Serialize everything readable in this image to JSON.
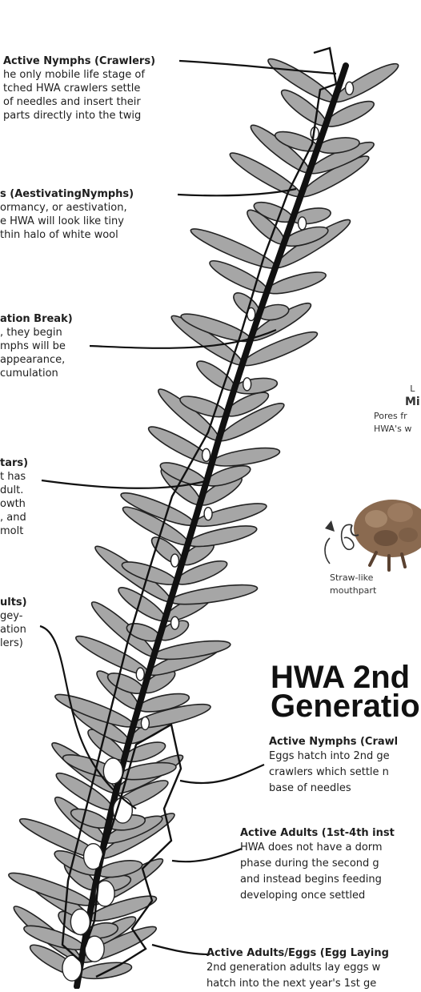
{
  "first_generation": {
    "stages": [
      {
        "title": "Active Nymphs (Crawlers)",
        "lines": [
          "he only mobile life stage of",
          "tched HWA crawlers settle",
          "of needles and insert their",
          "parts directly into the twig"
        ]
      },
      {
        "title": "s (AestivatingNymphs)",
        "lines": [
          "ormancy, or aestivation,",
          "e HWA will look like tiny",
          "thin halo of white wool"
        ]
      },
      {
        "title": "ation Break)",
        "lines": [
          ", they begin",
          "mphs will be",
          "appearance,",
          "cumulation"
        ]
      },
      {
        "title": "tars)",
        "lines": [
          "t has",
          "dult.",
          "owth",
          ", and",
          "molt"
        ]
      },
      {
        "title": "ults)",
        "lines": [
          "gey-",
          "ation",
          "lers)"
        ]
      }
    ]
  },
  "anatomy": {
    "title_partial": [
      "L",
      "Mi"
    ],
    "pores_lines": [
      "Pores fr",
      "HWA's w"
    ],
    "mouthpart_lines": [
      "Straw-like",
      "mouthpart"
    ]
  },
  "second_generation": {
    "heading_lines": [
      "HWA 2nd",
      "Generatio"
    ],
    "stages": [
      {
        "title": "Active Nymphs (Crawl",
        "lines": [
          "Eggs hatch into 2nd ge",
          "crawlers which settle n",
          "base of needles"
        ]
      },
      {
        "title": "Active Adults (1st-4th inst",
        "lines": [
          "HWA does not have a dorm",
          "phase during the second g",
          "and instead begins feeding",
          "developing once settled"
        ]
      },
      {
        "title": "Active Adults/Eggs (Egg Laying",
        "lines": [
          "2nd generation adults lay eggs w",
          "hatch into the next year's 1st ge"
        ]
      }
    ]
  },
  "colors": {
    "needle_fill": "#a6a6a6",
    "needle_stroke": "#222222",
    "insect_body": "#8a6a50"
  }
}
